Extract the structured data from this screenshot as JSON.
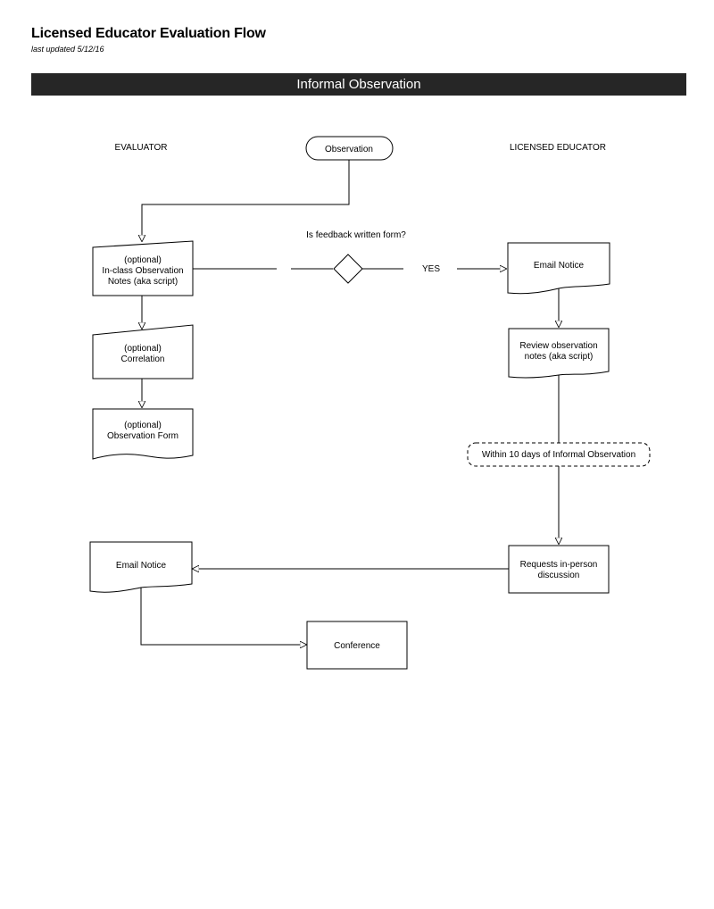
{
  "header": {
    "title": "Licensed Educator Evaluation Flow",
    "updated": "last updated 5/12/16"
  },
  "section": {
    "title": "Informal Observation"
  },
  "lanes": {
    "left": "EVALUATOR",
    "right": "LICENSED EDUCATOR"
  },
  "nodes": {
    "start": "Observation",
    "script_notes": [
      "(optional)",
      "In-class Observation",
      "Notes (aka script)"
    ],
    "correlation": [
      "(optional)",
      "Correlation"
    ],
    "observation_form": [
      "(optional)",
      "Observation Form"
    ],
    "decision_question": "Is feedback written form?",
    "decision_yes": "YES",
    "email_notice_educator": "Email Notice",
    "review_notes": [
      "Review observation",
      "notes (aka script)"
    ],
    "timeframe": "Within 10 days of Informal Observation",
    "request_discussion": [
      "Requests in-person",
      "discussion"
    ],
    "email_notice_evaluator": "Email Notice",
    "conference": "Conference"
  }
}
